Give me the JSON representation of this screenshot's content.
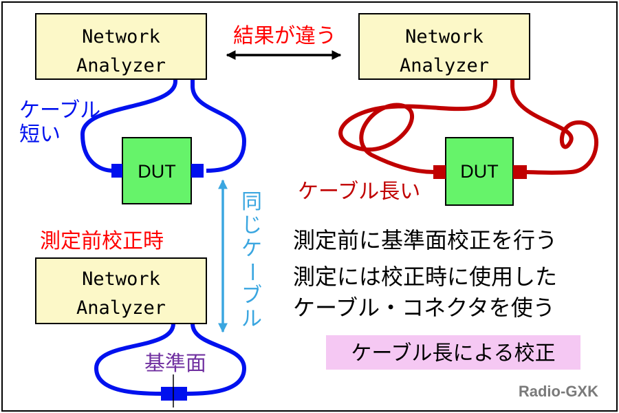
{
  "analyzer_label": {
    "line1": "Network",
    "line2": "Analyzer"
  },
  "dut_label": "DUT",
  "labels": {
    "results_differ": "結果が違う",
    "short_cable": [
      "ケーブル",
      "短い"
    ],
    "long_cable": "ケーブル長い",
    "same_cable": [
      "同",
      "じ",
      "ケ",
      "ー",
      "ブ",
      "ル"
    ],
    "pre_calibration": "測定前校正時",
    "reference_plane": "基準面"
  },
  "notes": {
    "line1": "測定前に基準面校正を行う",
    "line2": "測定には校正時に使用した",
    "line3": "ケーブル・コネクタを使う"
  },
  "caption": "ケーブル長による校正",
  "credit": "Radio-GXK",
  "colors": {
    "box_fill": "#fcf8c8",
    "dut_fill": "#66f36a",
    "blue": "#0011ee",
    "red": "#c00000",
    "light_blue": "#3aa6e0",
    "purple": "#7030a0",
    "caption_bg": "#f5c8f3",
    "red_text": "#ff0000"
  }
}
